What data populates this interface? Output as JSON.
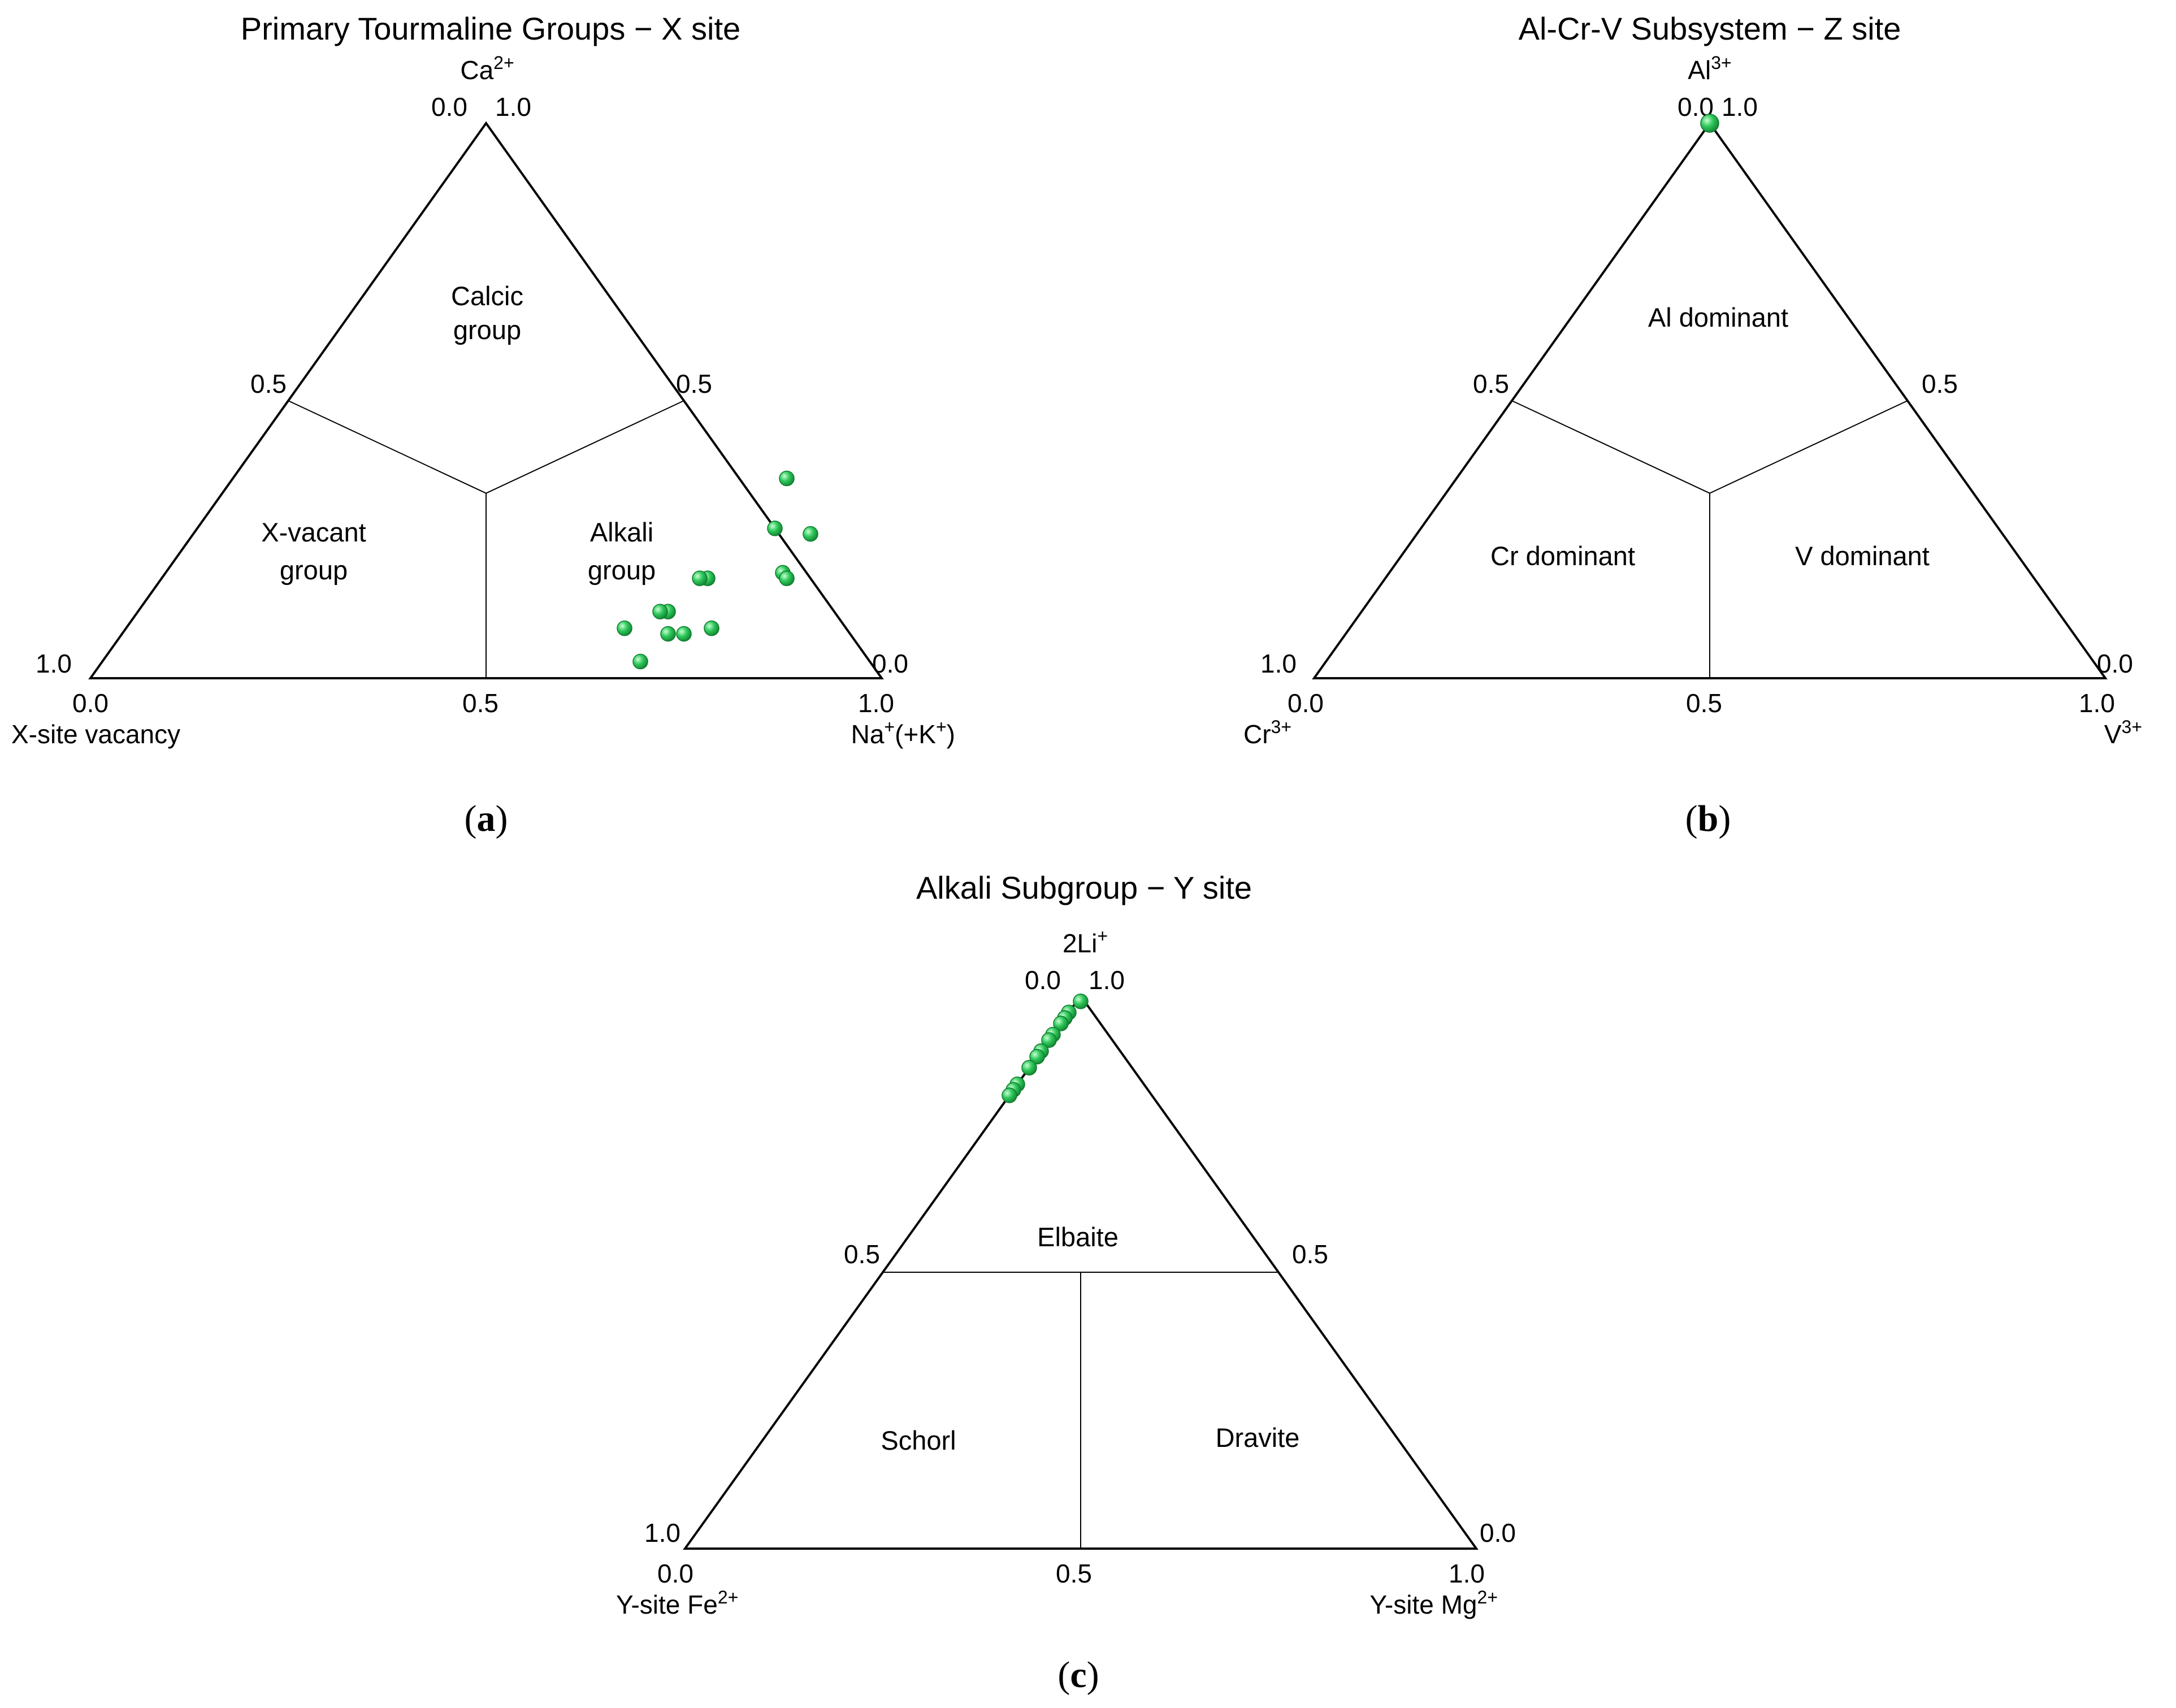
{
  "chart_data": [
    {
      "id": "a",
      "type": "scatter",
      "subtype": "ternary",
      "title": "Primary Tourmaline Groups − X site",
      "panel_label": "a",
      "vertices": {
        "top": {
          "base": "Ca",
          "sup": "2+"
        },
        "left": {
          "base": "X-site vacancy",
          "sup": ""
        },
        "right": {
          "base": "Na",
          "sup": "+",
          "tail": "(+K",
          "sup2": "+",
          "tail2": ")"
        }
      },
      "ticks": {
        "top": [
          "0.0",
          "1.0"
        ],
        "left_mid": "0.5",
        "right_mid": "0.5",
        "left_bottom": "1.0",
        "right_bottom": "0.0",
        "base": [
          "0.0",
          "0.5",
          "1.0"
        ]
      },
      "fields": [
        {
          "lines": [
            "Calcic",
            "group"
          ]
        },
        {
          "lines": [
            "X-vacant",
            "group"
          ]
        },
        {
          "lines": [
            "Alkali",
            "group"
          ]
        }
      ],
      "components": [
        "Ca",
        "X-site vacancy",
        "Na(+K)"
      ],
      "points": [
        {
          "top": 0.36,
          "right": 0.7,
          "left": -0.06
        },
        {
          "top": 0.27,
          "right": 0.73,
          "left": 0.0
        },
        {
          "top": 0.26,
          "right": 0.78,
          "left": -0.04
        },
        {
          "top": 0.19,
          "right": 0.78,
          "left": 0.03
        },
        {
          "top": 0.18,
          "right": 0.69,
          "left": 0.13
        },
        {
          "top": 0.18,
          "right": 0.68,
          "left": 0.14
        },
        {
          "top": 0.18,
          "right": 0.79,
          "left": 0.03
        },
        {
          "top": 0.12,
          "right": 0.67,
          "left": 0.21
        },
        {
          "top": 0.12,
          "right": 0.66,
          "left": 0.22
        },
        {
          "top": 0.09,
          "right": 0.63,
          "left": 0.28
        },
        {
          "top": 0.09,
          "right": 0.74,
          "left": 0.17
        },
        {
          "top": 0.08,
          "right": 0.69,
          "left": 0.23
        },
        {
          "top": 0.08,
          "right": 0.71,
          "left": 0.21
        },
        {
          "top": 0.03,
          "right": 0.68,
          "left": 0.29
        }
      ]
    },
    {
      "id": "b",
      "type": "scatter",
      "subtype": "ternary",
      "title": "Al-Cr-V Subsystem − Z site",
      "panel_label": "b",
      "vertices": {
        "top": {
          "base": "Al",
          "sup": "3+"
        },
        "left": {
          "base": "Cr",
          "sup": "3+"
        },
        "right": {
          "base": "V",
          "sup": "3+"
        }
      },
      "ticks": {
        "top": [
          "0.0",
          "1.0"
        ],
        "left_mid": "0.5",
        "right_mid": "0.5",
        "left_bottom": "1.0",
        "right_bottom": "0.0",
        "base": [
          "0.0",
          "0.5",
          "1.0"
        ]
      },
      "fields": [
        {
          "lines": [
            "Al dominant"
          ]
        },
        {
          "lines": [
            "Cr dominant"
          ]
        },
        {
          "lines": [
            "V dominant"
          ]
        }
      ],
      "components": [
        "Al",
        "Cr",
        "V"
      ],
      "points": [
        {
          "top": 1.0,
          "right": 0.0,
          "left": 0.0
        }
      ]
    },
    {
      "id": "c",
      "type": "scatter",
      "subtype": "ternary",
      "title": "Alkali Subgroup − Y site",
      "panel_label": "c",
      "vertices": {
        "top": {
          "base": "2Li",
          "sup": "+"
        },
        "left": {
          "base": "Y-site Fe",
          "sup": "2+"
        },
        "right": {
          "base": "Y-site Mg",
          "sup": "2+"
        }
      },
      "ticks": {
        "top": [
          "0.0",
          "1.0"
        ],
        "left_mid": "0.5",
        "right_mid": "0.5",
        "left_bottom": "1.0",
        "right_bottom": "0.0",
        "base": [
          "0.0",
          "0.5",
          "1.0"
        ]
      },
      "fields": [
        {
          "lines": [
            "Elbaite"
          ]
        },
        {
          "lines": [
            "Schorl"
          ]
        },
        {
          "lines": [
            "Dravite"
          ]
        }
      ],
      "components": [
        "2Li",
        "Fe",
        "Mg"
      ],
      "points": [
        {
          "top": 0.99,
          "right": 0.005,
          "left": 0.005
        },
        {
          "top": 0.97,
          "right": 0.0,
          "left": 0.03
        },
        {
          "top": 0.96,
          "right": 0.0,
          "left": 0.04
        },
        {
          "top": 0.95,
          "right": 0.0,
          "left": 0.05
        },
        {
          "top": 0.93,
          "right": 0.0,
          "left": 0.07
        },
        {
          "top": 0.92,
          "right": 0.0,
          "left": 0.08
        },
        {
          "top": 0.9,
          "right": 0.0,
          "left": 0.1
        },
        {
          "top": 0.89,
          "right": 0.0,
          "left": 0.11
        },
        {
          "top": 0.87,
          "right": 0.0,
          "left": 0.13
        },
        {
          "top": 0.84,
          "right": 0.0,
          "left": 0.16
        },
        {
          "top": 0.83,
          "right": 0.0,
          "left": 0.17
        },
        {
          "top": 0.82,
          "right": 0.0,
          "left": 0.18
        }
      ]
    }
  ],
  "colors": {
    "marker_fill": "#21b34a",
    "marker_highlight": "#9cf0b0",
    "marker_edge": "#0f7a2e",
    "lines": "#000000",
    "background": "#ffffff"
  }
}
